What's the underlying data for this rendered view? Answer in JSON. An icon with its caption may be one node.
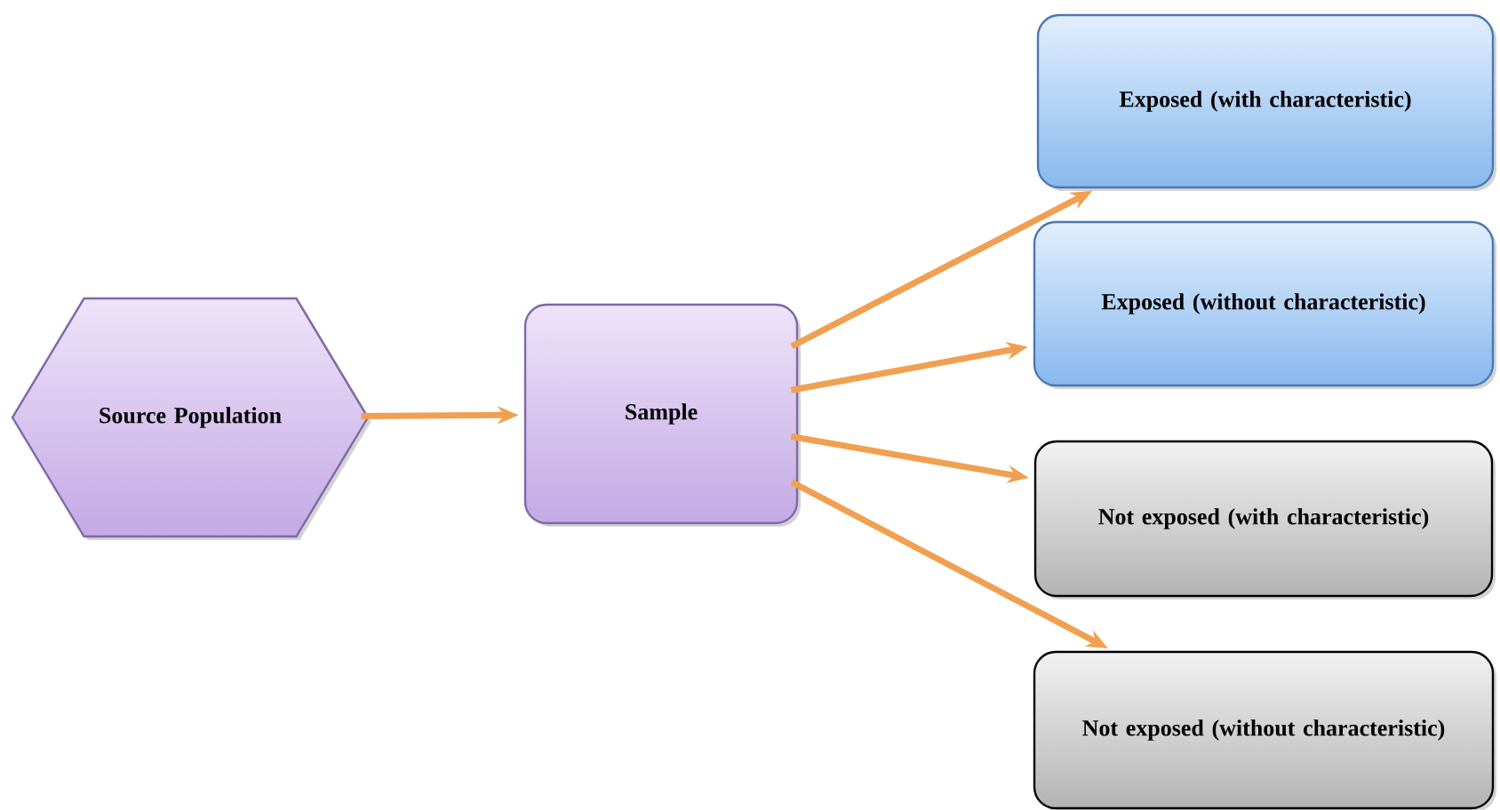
{
  "diagram": {
    "nodes": [
      {
        "text": [
          "Source Population"
        ]
      },
      {
        "text": [
          "Sample"
        ]
      },
      {
        "text": [
          "Exposed (with characteristic)"
        ]
      },
      {
        "text": [
          "Exposed (without characteristic)"
        ]
      },
      {
        "text": [
          "Not exposed (with characteristic)"
        ]
      },
      {
        "text": [
          "Not exposed (without characteristic)"
        ]
      }
    ],
    "edges": [
      {
        "from": 0,
        "to": 1,
        "arrow": "to"
      },
      {
        "from": 1,
        "to": 2,
        "arrow": "to"
      },
      {
        "from": 1,
        "to": 3,
        "arrow": "to"
      },
      {
        "from": 1,
        "to": 4,
        "arrow": "to"
      },
      {
        "from": 1,
        "to": 5,
        "arrow": "to"
      }
    ]
  }
}
